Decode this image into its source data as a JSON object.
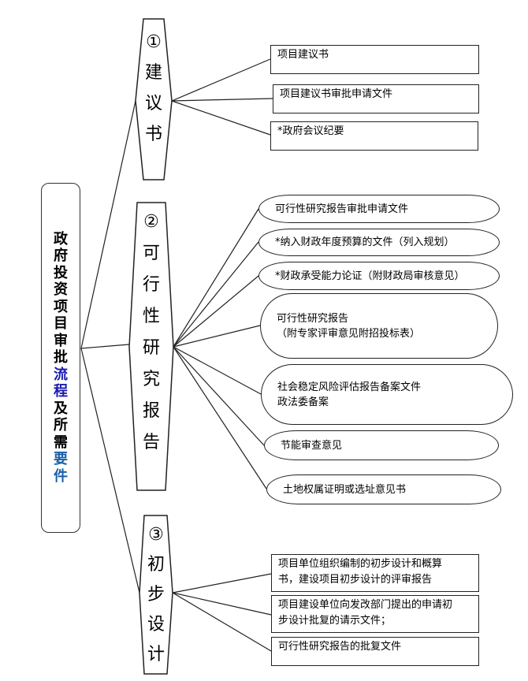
{
  "root": {
    "chars": [
      "政",
      "府",
      "投",
      "资",
      "项",
      "目",
      "审",
      "批",
      "流",
      "程",
      "及",
      "所",
      "需",
      "要",
      "件"
    ],
    "colors": [
      "#000000",
      "#000000",
      "#000000",
      "#000000",
      "#000000",
      "#000000",
      "#000000",
      "#000000",
      "#1a1ab0",
      "#1a1ab0",
      "#000000",
      "#000000",
      "#000000",
      "#1a5fa8",
      "#1a5fa8"
    ]
  },
  "stages": [
    {
      "chars": [
        "①",
        "建",
        "议",
        "书"
      ],
      "items": [
        [
          "项目建议书"
        ],
        [
          "项目建议书审批申请文件"
        ],
        [
          "*政府会议纪要"
        ]
      ]
    },
    {
      "chars": [
        "②",
        "可",
        "行",
        "性",
        "研",
        "究",
        "报",
        "告"
      ],
      "items": [
        [
          "可行性研究报告审批申请文件"
        ],
        [
          "*纳入财政年度预算的文件（列入规划）"
        ],
        [
          "*财政承受能力论证（附财政局审核意见）"
        ],
        [
          "可行性研究报告",
          "（附专家评审意见附招投标表）"
        ],
        [
          "社会稳定风险评估报告备案文件",
          "政法委备案"
        ],
        [
          "节能审查意见"
        ],
        [
          "土地权属证明或选址意见书"
        ]
      ]
    },
    {
      "chars": [
        "③",
        "初",
        "步",
        "设",
        "计"
      ],
      "items": [
        [
          "项目单位组织编制的初步设计和概算",
          "书，建设项目初步设计的评审报告"
        ],
        [
          "项目建设单位向发改部门提出的申请初",
          "步设计批复的请示文件；"
        ],
        [
          "可行性研究报告的批复文件"
        ]
      ]
    }
  ]
}
